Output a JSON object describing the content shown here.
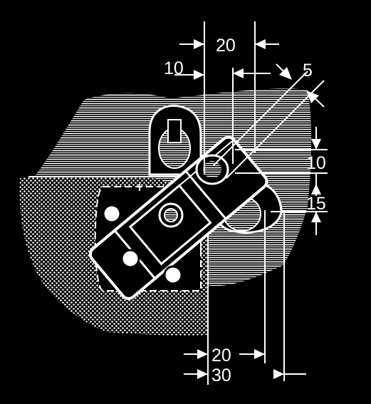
{
  "diagram": {
    "colors": {
      "background": "#000000",
      "ink": "#ffffff"
    },
    "dimensions": {
      "top_width": "20",
      "left_offset": "10",
      "diagonal_offset": "5",
      "right_upper": "10",
      "right_lower": "15",
      "bottom_inner": "20",
      "bottom_outer": "30"
    }
  }
}
